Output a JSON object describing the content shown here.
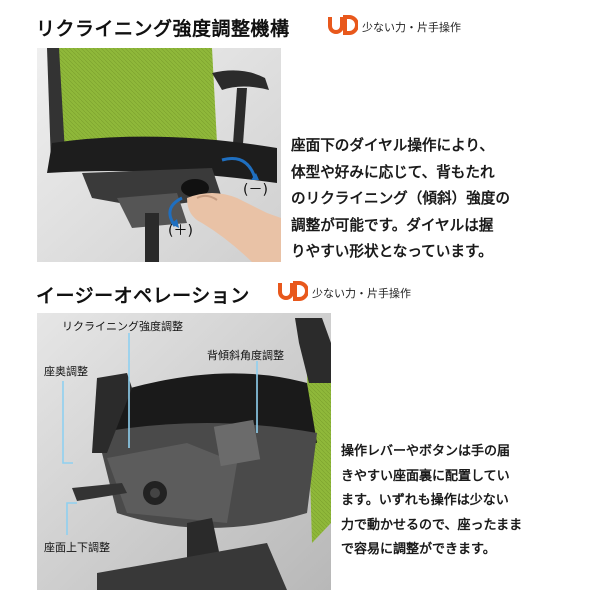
{
  "section1": {
    "title": "リクライニング強度調整機構",
    "badge": {
      "logo_text": "UD",
      "text": "少ない力・片手操作"
    },
    "photo_labels": {
      "minus": "(－)",
      "plus": "(＋)"
    },
    "description_lines": [
      "座面下のダイヤル操作により、",
      "体型や好みに応じて、背もたれ",
      "のリクライニング（傾斜）強度の",
      "調整が可能です。ダイヤルは握",
      "りやすい形状となっています。"
    ]
  },
  "section2": {
    "title": "イージーオペレーション",
    "badge": {
      "logo_text": "UD",
      "text": "少ない力・片手操作"
    },
    "callouts": {
      "recline": "リクライニング強度調整",
      "back_tilt": "背傾斜角度調整",
      "seat_depth": "座奥調整",
      "seat_height": "座面上下調整"
    },
    "description_lines": [
      "操作レバーやボタンは手の届",
      "きやすい座面裏に配置してい",
      "ます。いずれも操作は少ない",
      "力で動かせるので、座ったまま",
      "で容易に調整ができます。"
    ]
  },
  "colors": {
    "ud_orange": "#e8581c",
    "chair_green": "#8fb83a",
    "chair_frame": "#2b2b2b"
  }
}
